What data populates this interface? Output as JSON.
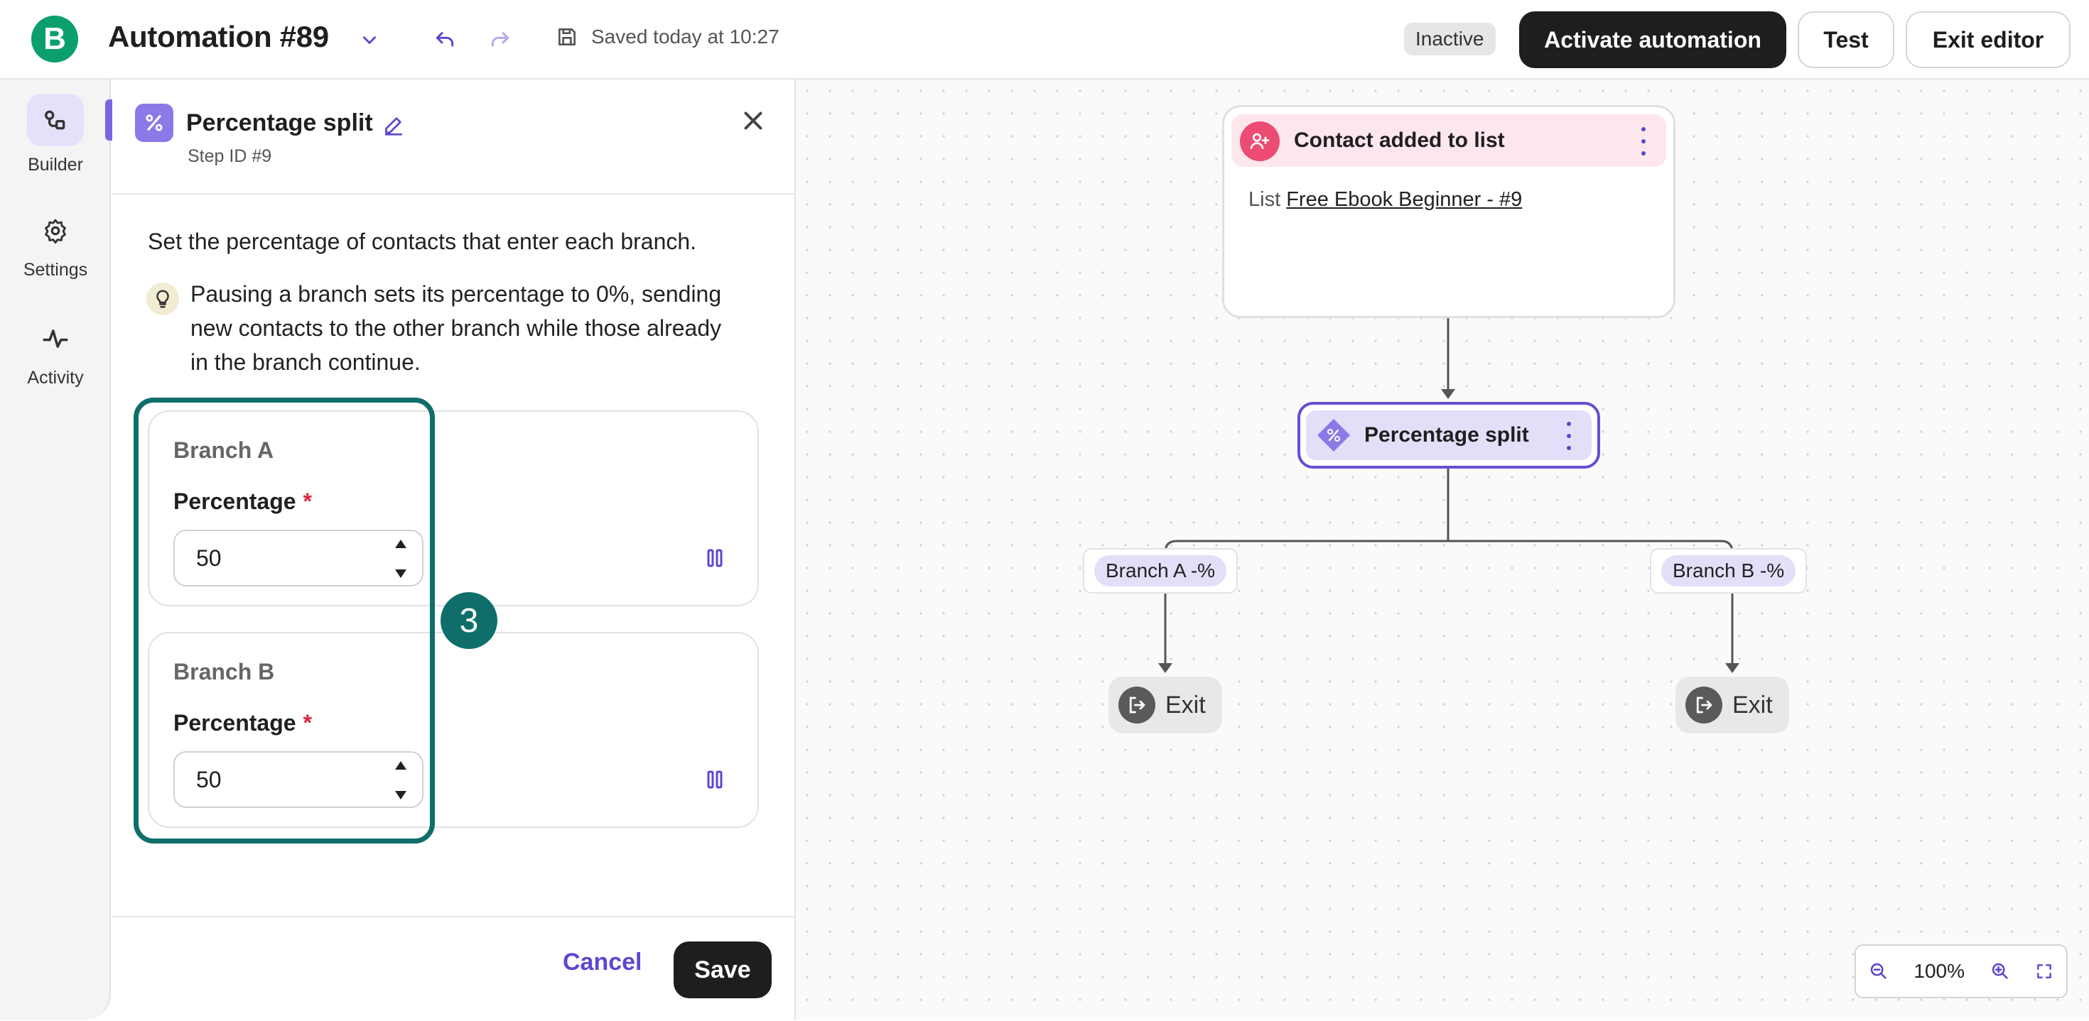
{
  "header": {
    "logo_letter": "B",
    "title": "Automation #89",
    "saved_text": "Saved today at 10:27",
    "status": "Inactive",
    "activate_label": "Activate automation",
    "test_label": "Test",
    "exit_label": "Exit editor"
  },
  "rail": {
    "items": [
      {
        "label": "Builder",
        "icon": "builder-icon",
        "active": true
      },
      {
        "label": "Settings",
        "icon": "gear-icon",
        "active": false
      },
      {
        "label": "Activity",
        "icon": "activity-icon",
        "active": false
      }
    ]
  },
  "panel": {
    "title": "Percentage split",
    "step_id": "Step ID #9",
    "intro": "Set the percentage of contacts that enter each branch.",
    "tip": "Pausing a branch sets its percentage to 0%, sending new contacts to the other branch while those already in the branch continue.",
    "branches": [
      {
        "name": "Branch A",
        "field_label": "Percentage",
        "required_mark": "*",
        "value": "50"
      },
      {
        "name": "Branch B",
        "field_label": "Percentage",
        "required_mark": "*",
        "value": "50"
      }
    ],
    "step_marker": "3",
    "cancel_label": "Cancel",
    "save_label": "Save"
  },
  "canvas": {
    "trigger": {
      "title": "Contact added to list",
      "list_prefix": "List",
      "list_name": "Free Ebook Beginner - #9"
    },
    "split_node": {
      "title": "Percentage split"
    },
    "branch_tags": [
      "Branch A -%",
      "Branch B -%"
    ],
    "exit_label": "Exit",
    "zoom": "100%"
  },
  "colors": {
    "accent": "#5b47d1",
    "brand_green": "#0b9f6e",
    "highlight_teal": "#0f6e6a",
    "trigger_pink": "#ec4b73"
  }
}
